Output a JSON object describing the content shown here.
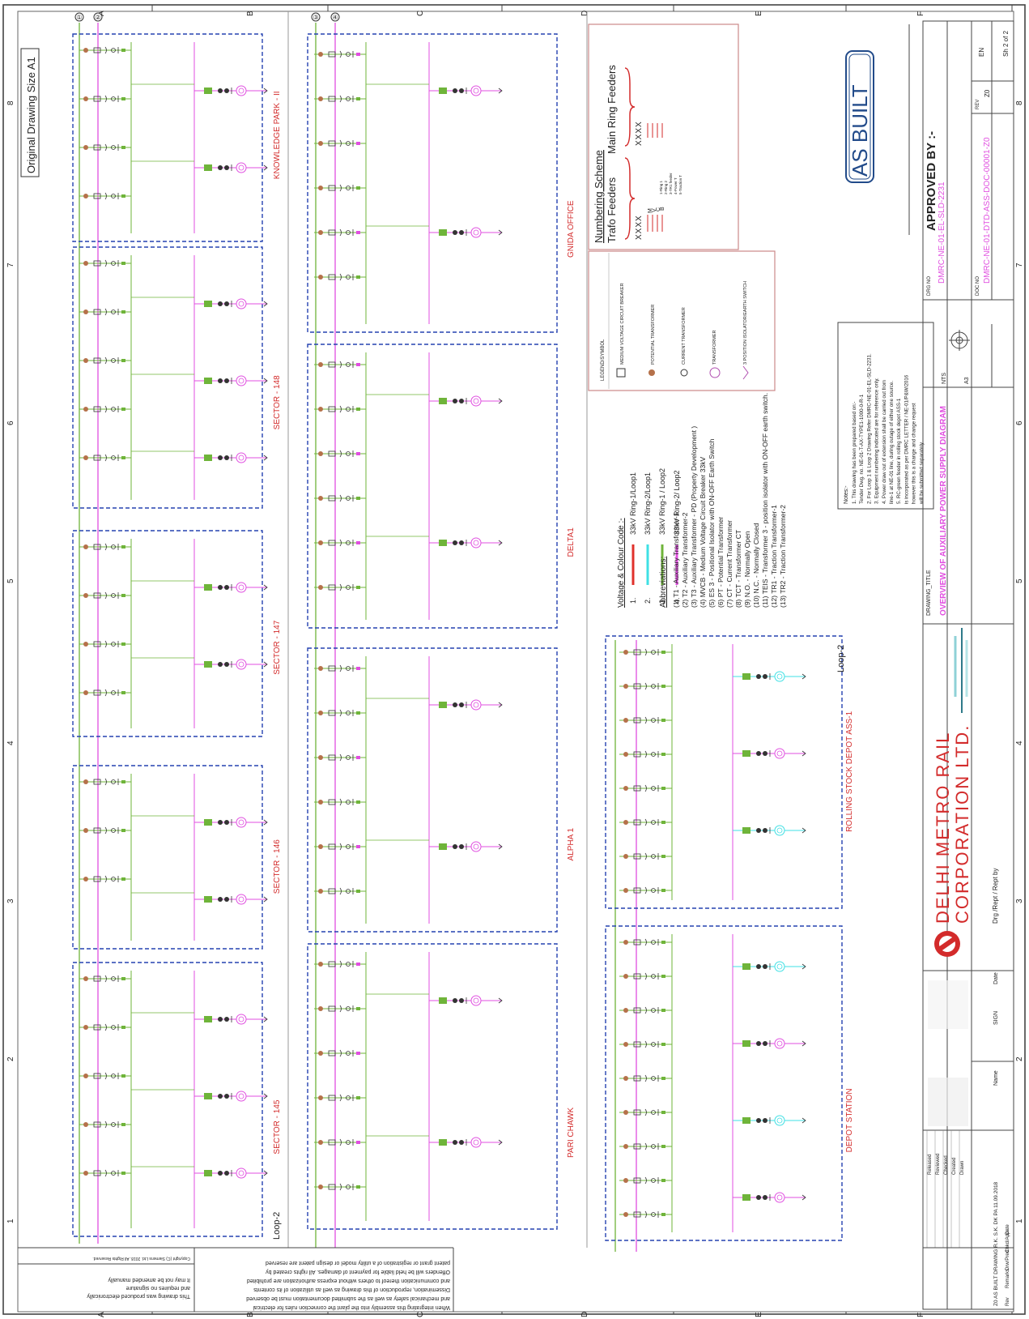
{
  "drawing": {
    "original_size_label": "Original Drawing Size A1",
    "grid_columns": [
      "1",
      "2",
      "3",
      "4",
      "5",
      "6",
      "7",
      "8"
    ],
    "grid_rows": [
      "A",
      "B",
      "C",
      "D",
      "E",
      "F"
    ],
    "bus_tags": [
      "①",
      "②",
      "③",
      "④"
    ]
  },
  "stations": {
    "column_a": [
      "SECTOR - 145",
      "SECTOR - 146",
      "SECTOR - 147",
      "SECTOR - 148",
      "KNOWLEDGE PARK - II"
    ],
    "column_c": [
      "PARI CHAWK",
      "ALPHA 1",
      "DELTA1",
      "GNIDA OFFICE"
    ],
    "column_d": [
      "DEPOT  STATION",
      "ROLLING STOCK DEPOT ASS-1"
    ],
    "loop_labels": [
      "Loop-2",
      "Loop-2"
    ]
  },
  "voltage_colour_code": {
    "title": "Voltage  & Colour Code :-",
    "items": [
      {
        "num": "1.",
        "label": "33kV Ring-1/Loop1",
        "color": "#e0312b"
      },
      {
        "num": "2.",
        "label": "33kV Ring-2/Loop1",
        "color": "#3fe0e4"
      },
      {
        "num": "3.",
        "label": "33kV Ring-1 / Loop2",
        "color": "#6fb43a"
      },
      {
        "num": "4.",
        "label": "33kV Ring-2/ Loop2",
        "color": "#e04fe0"
      }
    ]
  },
  "abbreviations": {
    "title": "Abbreviations:",
    "items": [
      "(1) T1  -  Auxiliary Transformer-1",
      "(2) T2  -  Auxiliary Transformer-2",
      "(3) T3  -  Auxiliary Transformer - PD (Property Development )",
      "(4) MVCB - Medium Voltage Circuit Breaker 33kV",
      "(5) ES 3  -  Positional Isolator with ON-OFF Earth Switch",
      "(6) PT  -  Potential Transformer",
      "(7) CT  -  Current Transformer",
      "(8) TCT -  Transformer CT",
      "(9)  N.O.  -  Normally Open",
      "(10) N.C.  -  Normally Closed",
      "(11) TEIS - Transformer 3 - position isolator with ON-OFF earth switch.",
      "(12) TR1  -  Traction Transformer-1",
      "(13) TR2  -  Traction Transformer-2"
    ]
  },
  "legend": {
    "title": "LEGEND/SYMBOL",
    "items": [
      "MEDIUM VOLTAGE CIRCUIT BREAKER",
      "POTENTIAL TRANSFORMER",
      "CURRENT TRANSFORMER",
      "TRANSFORMER",
      "3 POSITION ISOLATOR/EARTH SWITCH"
    ]
  },
  "numbering": {
    "title": "Numbering  Scheme",
    "trafo_feeders": "Trafo Feeders",
    "main_ring_feeders": "Main Ring Feeders",
    "codes": [
      "XXXX",
      "M",
      "V",
      "C",
      "B",
      "E",
      "S",
      "3",
      "P",
      "T",
      "T",
      "C",
      "T"
    ]
  },
  "stamp": "AS  BUILT",
  "approved_by": "APPROVED BY :-",
  "notes": {
    "title": "Notes:-",
    "items": [
      "1. This drawing has been prepared based on:-",
      "   Tender Dwg. no. NE-01-T-AX-TYPE1-1000-0-R-1",
      "2. For Loop 1 & Loop 2 Drawing Refer DMRC-NE-01-EL-SLD-2231.",
      "3. Equipment numbering indicated are for reference only.",
      "4. Power draw out of extension shall be carried out from",
      "   line-1 at NE-01 line, during outage of either one source.",
      "5. RC-green feeder in rolling stock depot ASS-1",
      "   is incorporated as per DMRC LETTER / NE-01/P&W/2016",
      "   however this is a change and change request",
      "   will be submitted separately"
    ]
  },
  "title_block": {
    "company_line1": "DELHI  METRO  RAIL",
    "company_line2": "CORPORATION  LTD.",
    "drawing_title_label": "DRAWING_TITLE",
    "drawing_title": "OVERVIEW OF AUXILIARY POWER SUPPLY DIAGRAM",
    "nts": "NTS",
    "a3": "A3",
    "drg_no_label": "DRG NO",
    "drg_no": "DMRC-NE-01-EL-SLD-2231",
    "doc_no_label": "DOC NO",
    "doc_no": "DMRC-NE-01-DTD-ASS-DOC-00001-Z0",
    "rev_label": "REV",
    "rev": "Z0",
    "sheet": "Sh 2 of 2",
    "lang": "EN",
    "drg_by": "Drg /Rept / Rept by",
    "sign_headers": [
      "Released",
      "Reviewed",
      "Checked",
      "Created",
      "Drawn"
    ],
    "col_headers": [
      "Name",
      "SIGN",
      "Date"
    ],
    "revision_row": "Z0  AS BUILT DRAWING  R.K.  S.K.  DK  PA  11.09.2018",
    "revision_headers": [
      "Rev",
      "Remarks",
      "Drw/Pred",
      "Chkd/Appr",
      "Date"
    ]
  },
  "copyright": {
    "lines": [
      "This drawing was produced electronically",
      "and requires no signature",
      "It may not be amended manually",
      "Copyright (C) Siemens Ltd. 2018. All Rights Reserved."
    ],
    "legal": [
      "When integrating this assembly into the plant the connection rules for electrical",
      "and mechanical safety as well as the submitted documentation must be observed",
      "Dissemination, reproduction of this drawing as well as utilization of its contents",
      "and communication thereof to others without express authorization are prohibited",
      "Offenders will be held liable for payment of damages. All rights created by",
      "patent grant or registration of a utility model or design patent are reserved"
    ]
  }
}
